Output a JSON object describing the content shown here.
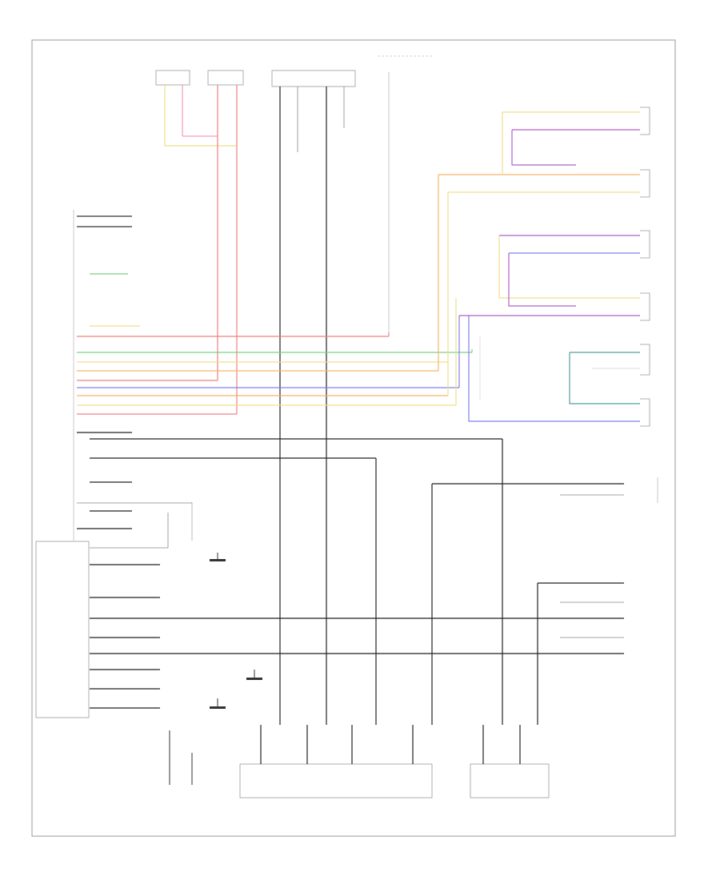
{
  "colors": {
    "green": "#7ed07e",
    "yellow": "#f0df8c",
    "red": "#f08080",
    "blue": "#8080f0",
    "orange": "#f6b46b",
    "pink": "#f59ab8",
    "purple": "#b060c8",
    "teal": "#50a0a0",
    "black": "#222222",
    "border": "#999999"
  },
  "components": [
    {
      "key": "head_unit",
      "lines": [
        "",
        "",
        "",
        "",
        "",
        "",
        ""
      ]
    },
    {
      "key": "lf_tweeter",
      "lines": [
        "",
        "",
        ""
      ]
    },
    {
      "key": "rf_tweeter",
      "lines": [
        "",
        "",
        ""
      ]
    },
    {
      "key": "steering_sensor",
      "lines": [
        "",
        "",
        "",
        ""
      ]
    },
    {
      "key": "fuse_block",
      "lines": [
        "",
        ""
      ]
    },
    {
      "key": "fuse_note",
      "lines": [
        "",
        "",
        "",
        "",
        ""
      ]
    },
    {
      "key": "rf_door_speaker",
      "lines": [
        "",
        "",
        "",
        ""
      ]
    },
    {
      "key": "rr_door_speaker",
      "lines": [
        "",
        "",
        ""
      ]
    },
    {
      "key": "lf_door_speaker",
      "lines": [
        "",
        "",
        ""
      ]
    },
    {
      "key": "lr_door_speaker",
      "lines": [
        "",
        "",
        ""
      ]
    },
    {
      "key": "rr_speaker_2",
      "lines": [
        "",
        "",
        ""
      ]
    },
    {
      "key": "rf_speaker_2",
      "lines": [
        "",
        "",
        ""
      ]
    },
    {
      "key": "steering_switch",
      "lines": [
        "",
        "",
        "",
        ""
      ]
    },
    {
      "key": "interface_module",
      "lines": [
        "",
        "",
        "",
        ""
      ]
    },
    {
      "key": "instrument_cluster",
      "lines": [
        "",
        "",
        "",
        ""
      ]
    },
    {
      "key": "control_group",
      "lines": [
        "",
        ""
      ]
    },
    {
      "key": "antenna_module",
      "lines": [
        "",
        "",
        "",
        "",
        ""
      ]
    },
    {
      "key": "ground_1",
      "lines": [
        "",
        "",
        ""
      ]
    },
    {
      "key": "ground_2",
      "lines": [
        "",
        "",
        ""
      ]
    },
    {
      "key": "ground_3",
      "lines": [
        "",
        "",
        ""
      ]
    },
    {
      "key": "bottom_module",
      "lines": [
        "",
        "",
        "",
        "",
        ""
      ]
    }
  ],
  "diagram_id": ""
}
